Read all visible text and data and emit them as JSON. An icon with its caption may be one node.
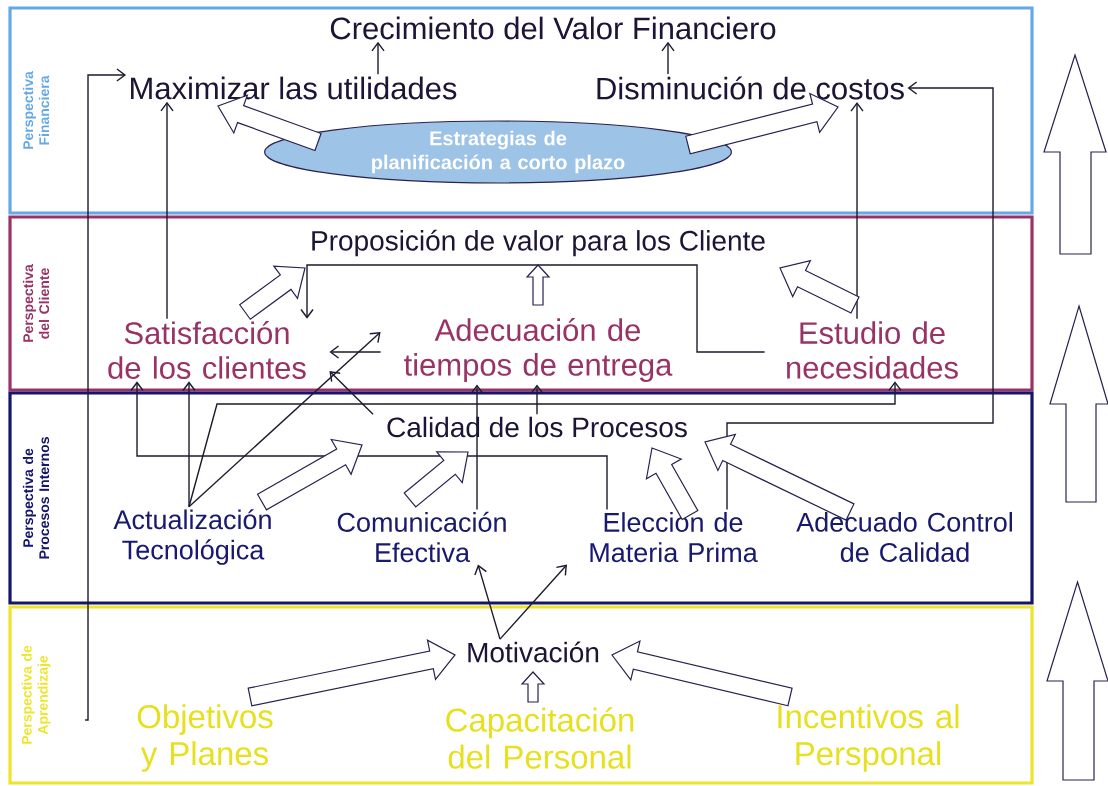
{
  "diagram": {
    "nodes": [
      {
        "text": [
          "Perspectiva Financiera"
        ]
      },
      {
        "text": [
          "Crecimiento del Valor Financiero"
        ],
        "in": 0
      },
      {
        "text": [
          "Maximizar las utilidades"
        ],
        "in": 0
      },
      {
        "text": [
          "Disminución de costos"
        ],
        "in": 0
      },
      {
        "text": [
          "Estrategias de planificación a corto plazo"
        ],
        "in": 0
      },
      {
        "text": [
          "Perspectiva del Cliente"
        ]
      },
      {
        "text": [
          "Proposición de valor para los Cliente"
        ],
        "in": 5
      },
      {
        "text": [
          "Satisfacción de los clientes"
        ],
        "in": 5
      },
      {
        "text": [
          "Adecuación de tiempos de entrega"
        ],
        "in": 5
      },
      {
        "text": [
          "Estudio de necesidades"
        ],
        "in": 5
      },
      {
        "text": [
          "Perspectiva de Procesos Internos"
        ]
      },
      {
        "text": [
          "Calidad de los Procesos"
        ],
        "in": 10
      },
      {
        "text": [
          "Actualización Tecnológica"
        ],
        "in": 10
      },
      {
        "text": [
          "Comunicación Efectiva"
        ],
        "in": 10
      },
      {
        "text": [
          "Elección de Materia Prima"
        ],
        "in": 10
      },
      {
        "text": [
          "Adecuado Control de Calidad"
        ],
        "in": 10
      },
      {
        "text": [
          "Perspectiva de Aprendizaje"
        ]
      },
      {
        "text": [
          "Motivación"
        ],
        "in": 16
      },
      {
        "text": [
          "Objetivos y Planes"
        ],
        "in": 16
      },
      {
        "text": [
          "Capacitación del Personal"
        ],
        "in": 16
      },
      {
        "text": [
          "Incentivos al Persponal"
        ],
        "in": 16
      }
    ],
    "edges": [
      {
        "from": 2,
        "to": 1,
        "arrow": "to"
      },
      {
        "from": 3,
        "to": 1,
        "arrow": "to"
      },
      {
        "from": 4,
        "to": 2,
        "arrow": "to",
        "style": "thick"
      },
      {
        "from": 4,
        "to": 3,
        "arrow": "to",
        "style": "thick"
      },
      {
        "from": 7,
        "to": 2,
        "arrow": "to"
      },
      {
        "from": 9,
        "to": 3,
        "arrow": "to"
      },
      {
        "from": 18,
        "to": 2,
        "arrow": "to"
      },
      {
        "from": 14,
        "to": 3,
        "arrow": "to"
      },
      {
        "from": 14,
        "to": 7,
        "arrow": "to"
      },
      {
        "from": 12,
        "to": 7,
        "arrow": "to"
      },
      {
        "from": 12,
        "to": 8,
        "arrow": "to"
      },
      {
        "from": 12,
        "to": 9,
        "arrow": "to"
      },
      {
        "from": 11,
        "to": 7,
        "arrow": "to"
      },
      {
        "from": 11,
        "to": 8,
        "arrow": "to"
      },
      {
        "from": 13,
        "to": 8,
        "arrow": "to"
      },
      {
        "from": 8,
        "to": 7,
        "arrow": "to"
      },
      {
        "from": 9,
        "to": 7,
        "arrow": "to"
      },
      {
        "from": 7,
        "to": 6,
        "arrow": "to",
        "style": "thick"
      },
      {
        "from": 8,
        "to": 6,
        "arrow": "to",
        "style": "thick"
      },
      {
        "from": 9,
        "to": 6,
        "arrow": "to",
        "style": "thick"
      },
      {
        "from": 12,
        "to": 11,
        "arrow": "to",
        "style": "thick"
      },
      {
        "from": 13,
        "to": 11,
        "arrow": "to",
        "style": "thick"
      },
      {
        "from": 14,
        "to": 11,
        "arrow": "to",
        "style": "thick"
      },
      {
        "from": 15,
        "to": 11,
        "arrow": "to",
        "style": "thick"
      },
      {
        "from": 17,
        "to": 13,
        "arrow": "to"
      },
      {
        "from": 17,
        "to": 14,
        "arrow": "to"
      },
      {
        "from": 18,
        "to": 17,
        "arrow": "to",
        "style": "thick"
      },
      {
        "from": 19,
        "to": 17,
        "arrow": "to",
        "style": "thick"
      },
      {
        "from": 20,
        "to": 17,
        "arrow": "to",
        "style": "thick"
      }
    ]
  }
}
